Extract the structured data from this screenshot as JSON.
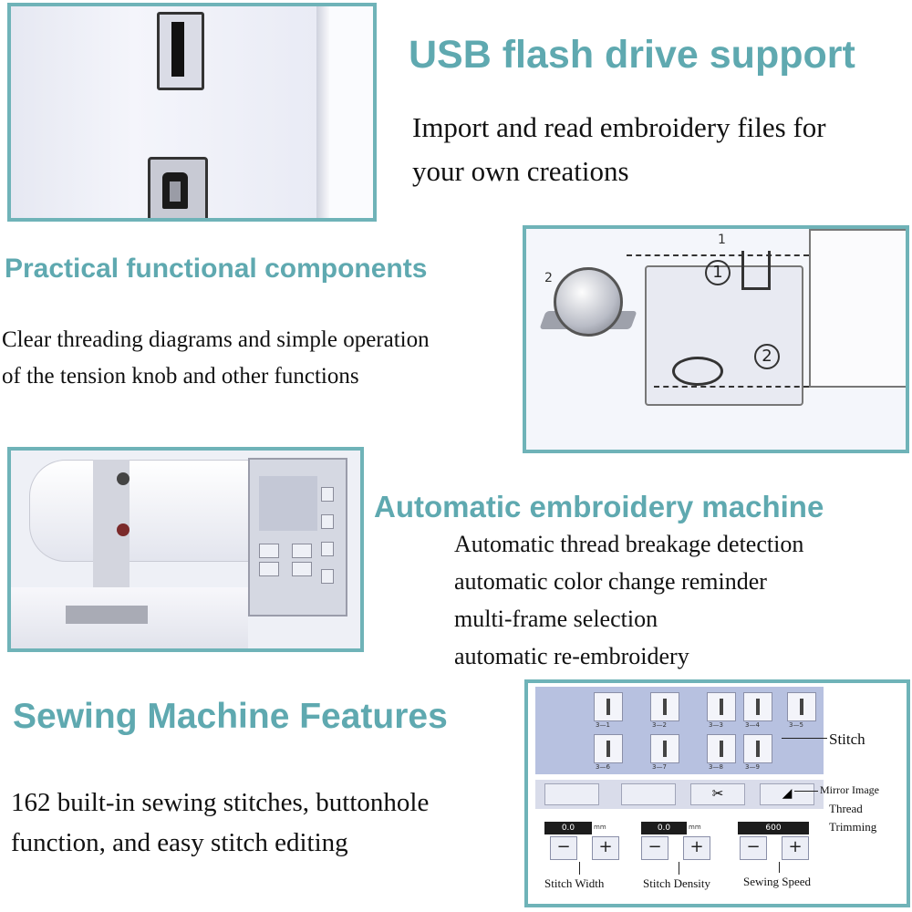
{
  "sections": {
    "usb": {
      "title": "USB flash drive support",
      "desc": [
        "Import and read embroidery files for",
        "your own creations"
      ]
    },
    "components": {
      "title": "Practical functional components",
      "desc": [
        "Clear threading diagrams and simple operation",
        "of the tension knob and other functions"
      ],
      "diagram_labels": {
        "step1": "1",
        "step2": "2",
        "circ1": "①",
        "circ2": "②"
      }
    },
    "embroidery": {
      "title": "Automatic embroidery machine",
      "features": [
        "Automatic thread breakage detection",
        "automatic color change reminder",
        "multi-frame selection",
        "automatic re-embroidery"
      ]
    },
    "sewing": {
      "title": "Sewing Machine Features",
      "desc": [
        "162 built-in sewing stitches, buttonhole",
        "function, and easy stitch editing"
      ],
      "stitch_codes": [
        "3—1",
        "3—2",
        "3—3",
        "3—4",
        "3—5",
        "3—6",
        "3—7",
        "3—8",
        "3—9"
      ],
      "display_values": {
        "width": "0.0",
        "density": "0.0",
        "speed": "600",
        "unit": "mm"
      },
      "annotations": {
        "stitch": "Stitch",
        "mirror": "Mirror Image",
        "thread": "Thread",
        "trimming": "Trimming",
        "stitch_width": "Stitch Width",
        "stitch_density": "Stitch Density",
        "sewing_speed": "Sewing Speed"
      },
      "buttons": {
        "minus": "−",
        "plus": "+"
      }
    }
  },
  "colors": {
    "accent": "#5fa9b0",
    "frame": "#6fb3b8"
  }
}
